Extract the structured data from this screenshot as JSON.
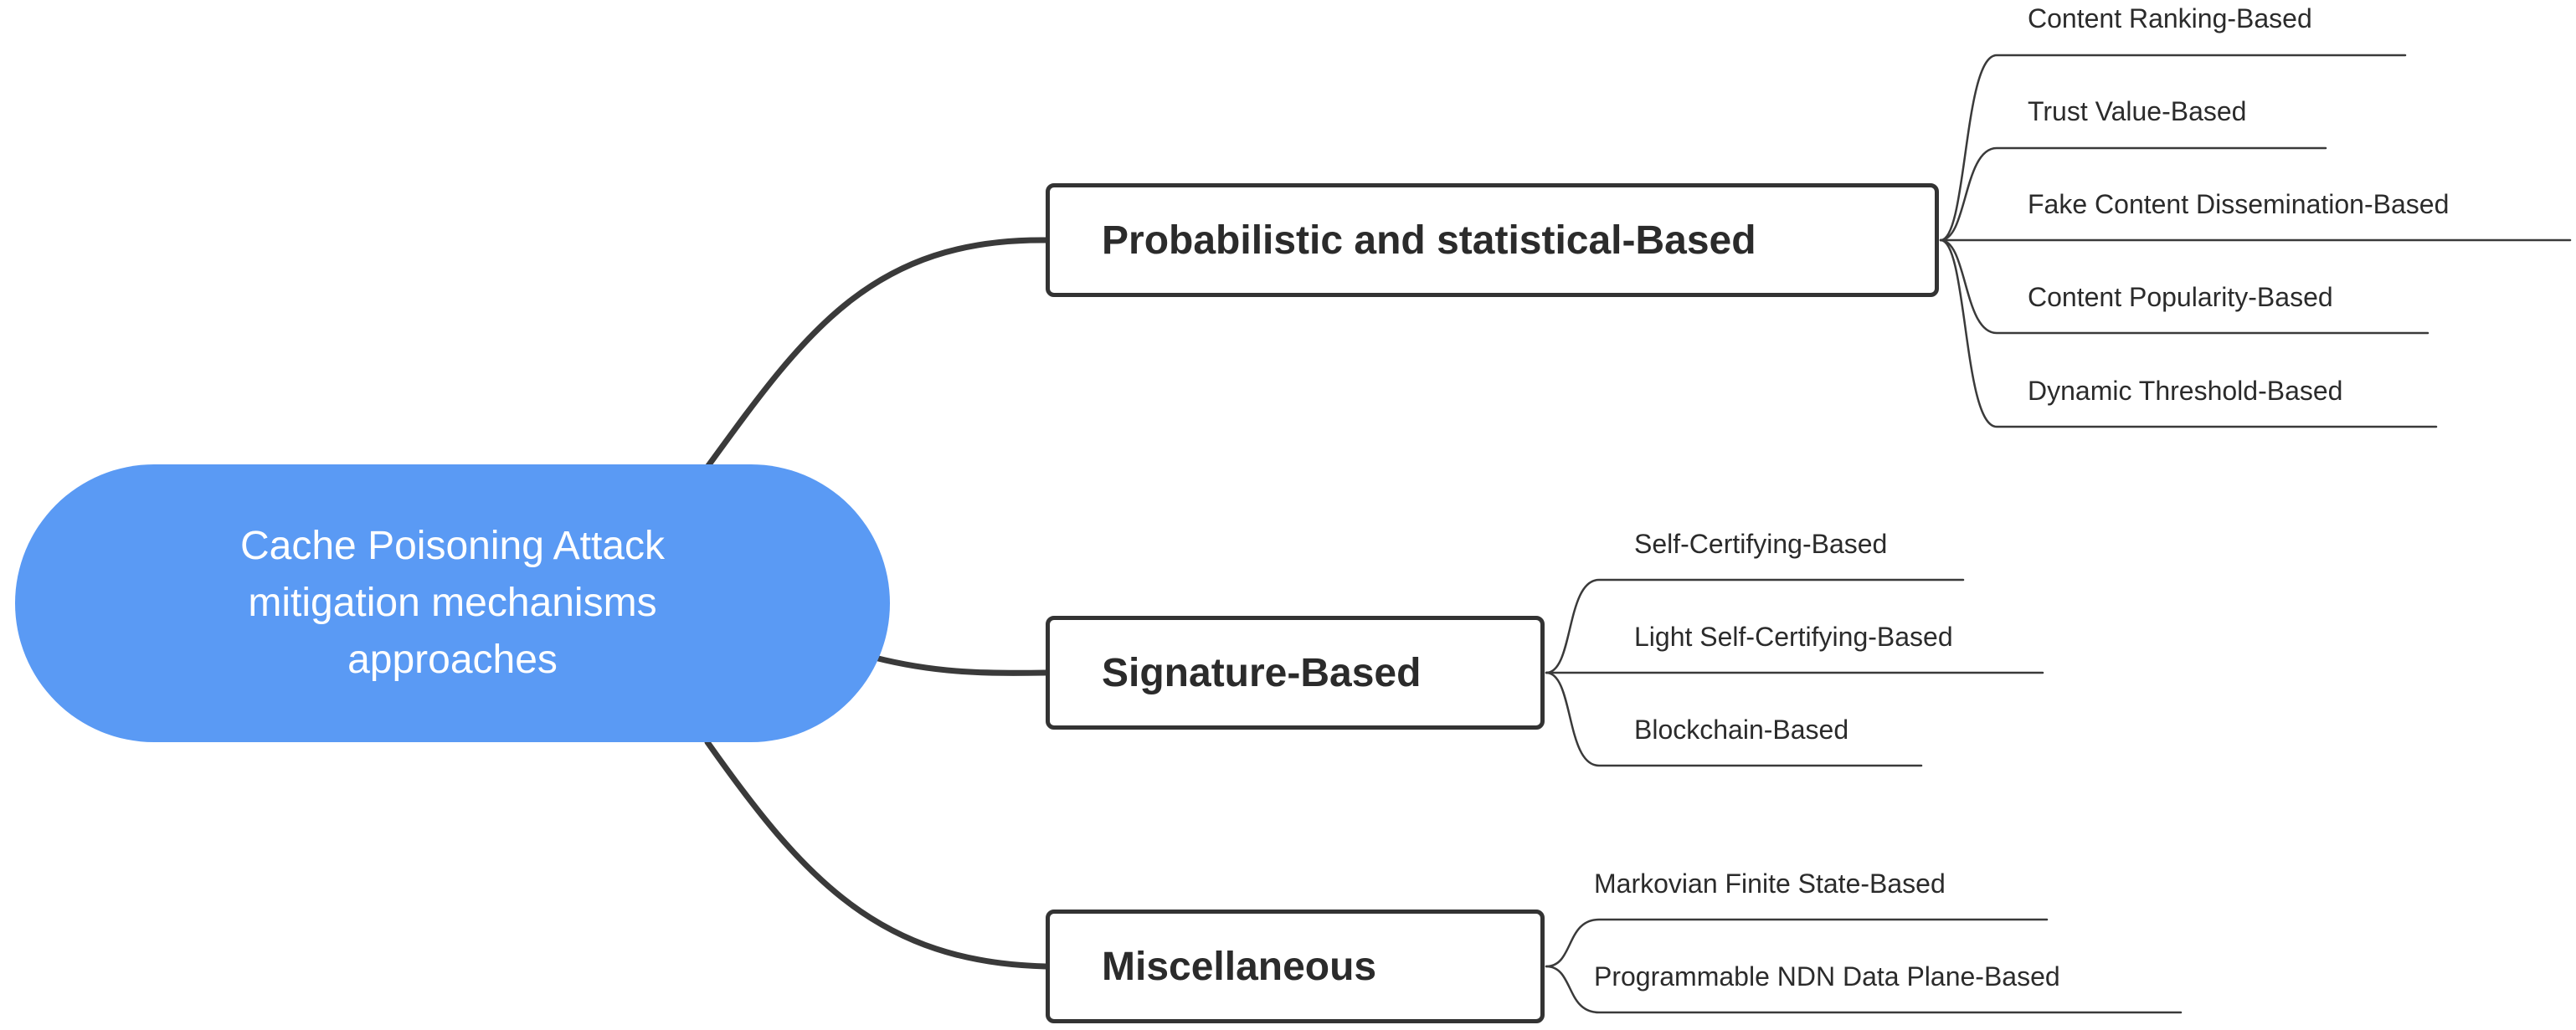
{
  "diagram": {
    "center": {
      "label": "Cache Poisoning Attack\nmitigation mechanisms\napproaches"
    },
    "branches": [
      {
        "label": "Probabilistic and statistical-Based",
        "children": [
          "Content Ranking-Based",
          "Trust Value-Based",
          "Fake Content Dissemination-Based",
          "Content Popularity-Based",
          "Dynamic Threshold-Based"
        ]
      },
      {
        "label": "Signature-Based",
        "children": [
          "Self-Certifying-Based",
          "Light Self-Certifying-Based",
          "Blockchain-Based"
        ]
      },
      {
        "label": "Miscellaneous",
        "children": [
          "Markovian Finite State-Based",
          "Programmable NDN Data Plane-Based"
        ]
      }
    ],
    "colors": {
      "center_fill": "#5a9af4",
      "center_text": "#ffffff",
      "line": "#333333",
      "text": "#2b2b2b"
    }
  }
}
